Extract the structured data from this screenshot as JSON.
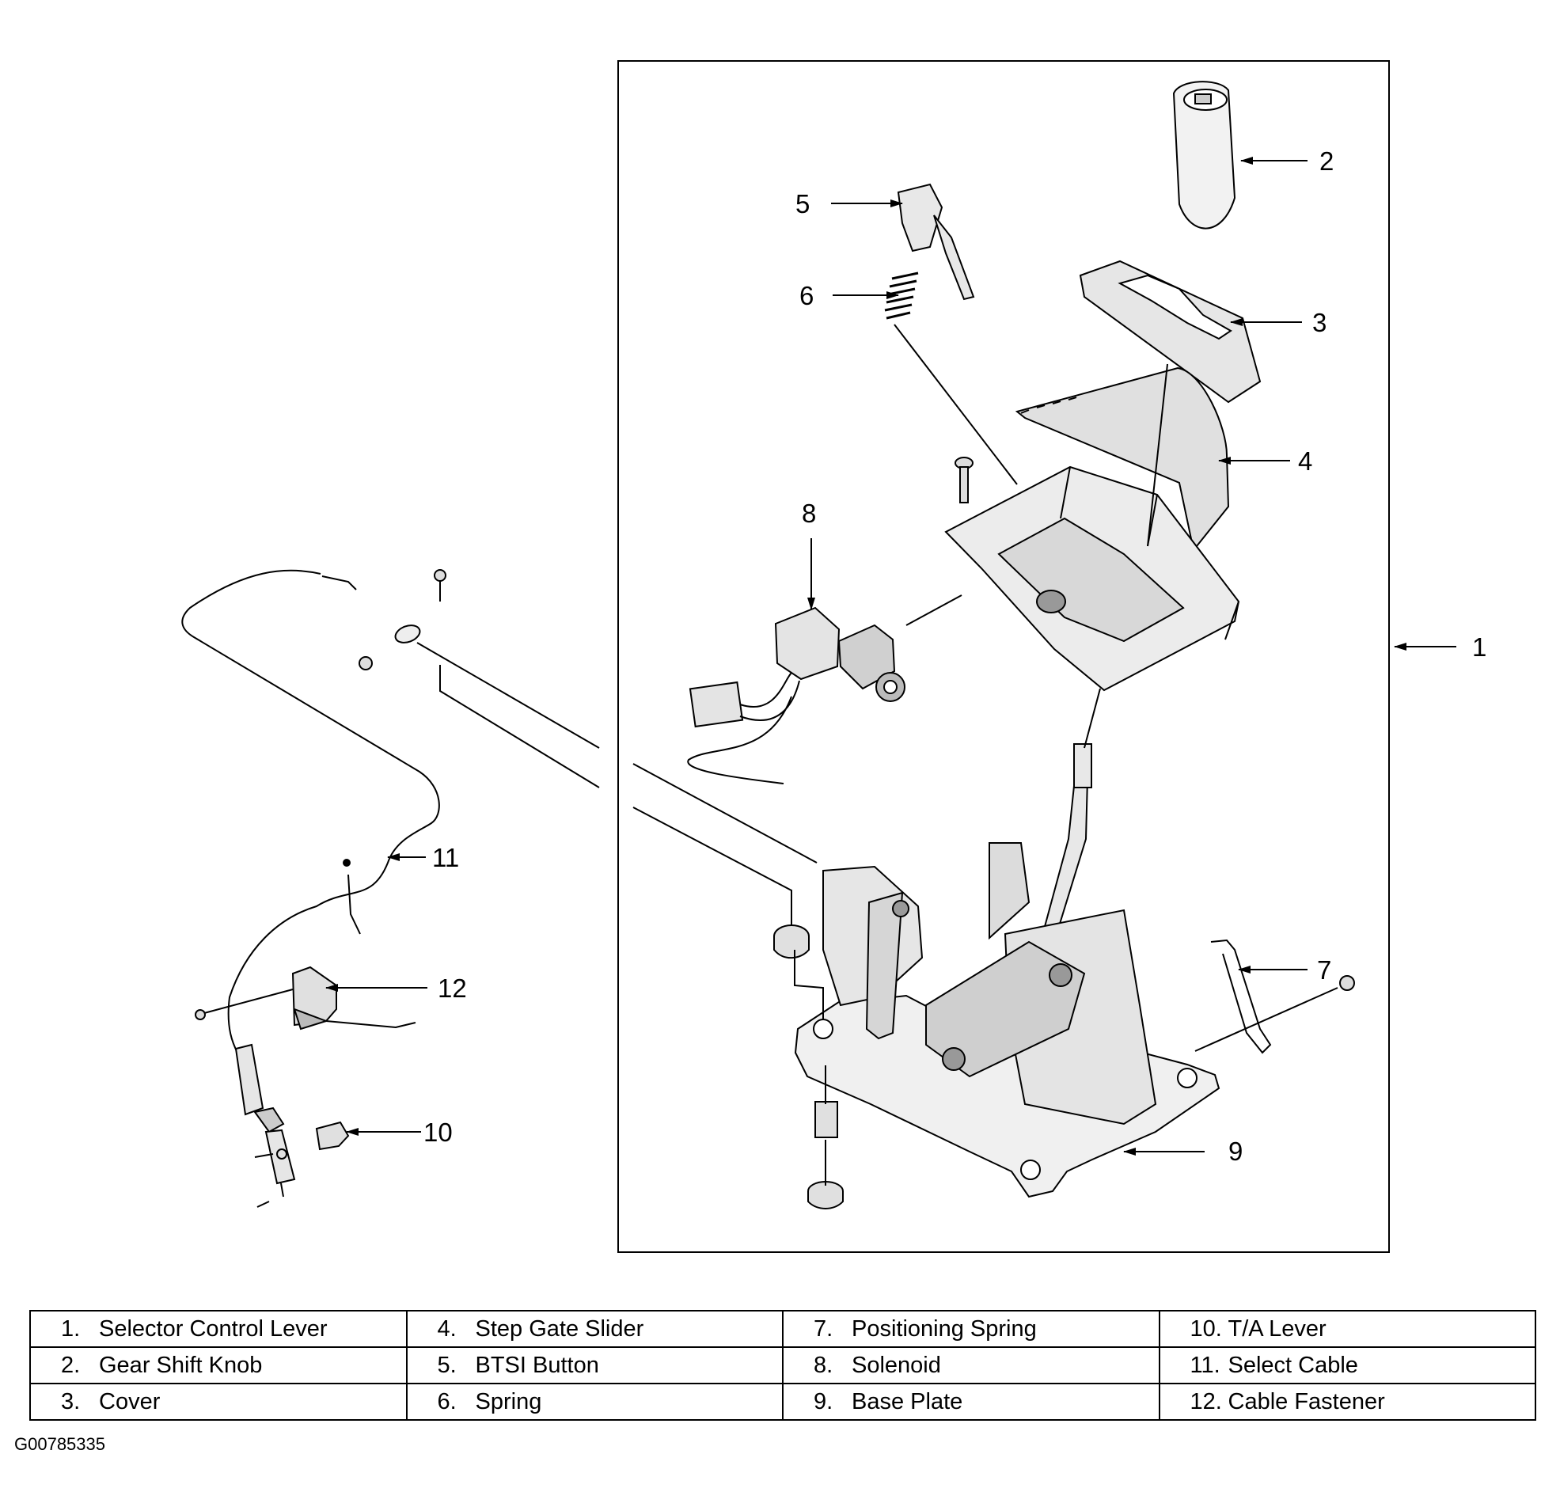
{
  "callouts": [
    "1",
    "2",
    "3",
    "4",
    "5",
    "6",
    "7",
    "8",
    "9",
    "10",
    "11",
    "12"
  ],
  "legend": {
    "rows": [
      [
        {
          "num": "1.",
          "label": "Selector Control Lever"
        },
        {
          "num": "4.",
          "label": "Step Gate Slider"
        },
        {
          "num": "7.",
          "label": "Positioning Spring"
        },
        {
          "num": "10.",
          "label": "T/A Lever"
        }
      ],
      [
        {
          "num": "2.",
          "label": "Gear Shift Knob"
        },
        {
          "num": "5.",
          "label": "BTSI Button"
        },
        {
          "num": "8.",
          "label": "Solenoid"
        },
        {
          "num": "11.",
          "label": "Select Cable"
        }
      ],
      [
        {
          "num": "3.",
          "label": "Cover"
        },
        {
          "num": "6.",
          "label": "Spring"
        },
        {
          "num": "9.",
          "label": "Base Plate"
        },
        {
          "num": "12.",
          "label": "Cable Fastener"
        }
      ]
    ]
  },
  "figure_id": "G00785335"
}
